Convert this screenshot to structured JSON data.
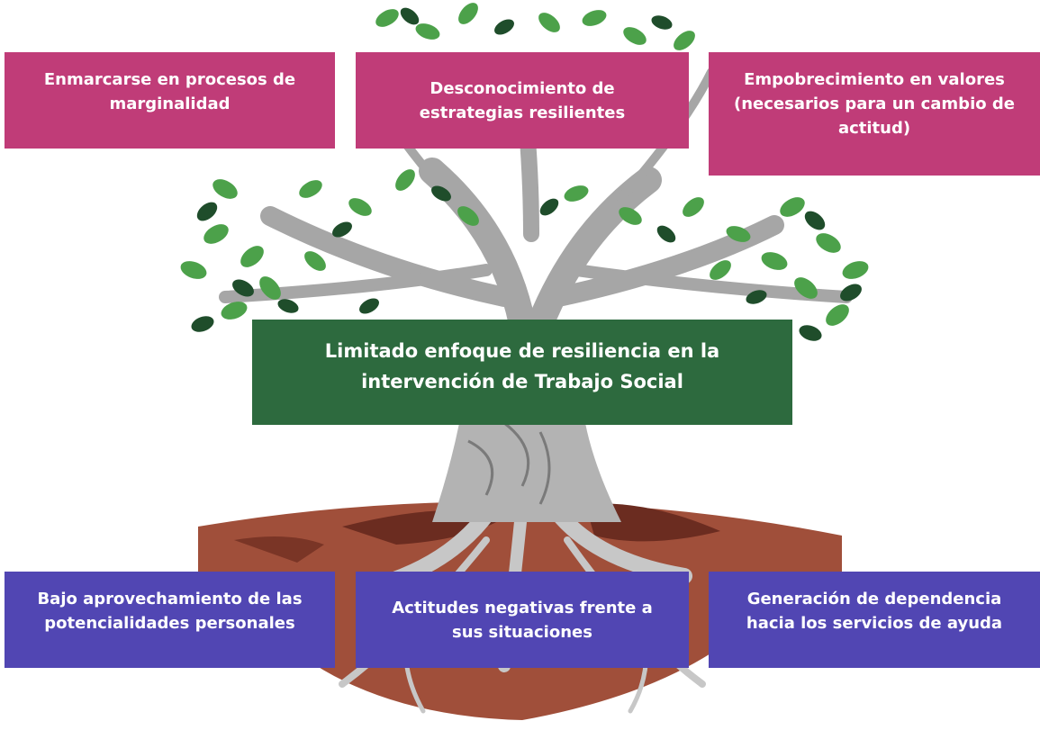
{
  "colors": {
    "effect_box": "#c03c78",
    "core_box": "#2d6a3e",
    "cause_box": "#5146b3",
    "trunk": "#b3b3b3",
    "soil": "#a04f3a",
    "leaf_dark": "#1f4d2b",
    "leaf_light": "#4ca14a"
  },
  "effects": [
    {
      "text": "Enmarcarse en procesos de marginalidad"
    },
    {
      "text": "Desconocimiento de estrategias resilientes"
    },
    {
      "text": "Empobrecimiento en valores (necesarios para un cambio de actitud)"
    }
  ],
  "core_problem": {
    "text": "Limitado enfoque de resiliencia en la intervención de Trabajo Social"
  },
  "causes": [
    {
      "text": "Bajo aprovechamiento de las potencialidades personales"
    },
    {
      "text": "Actitudes negativas frente a sus situaciones"
    },
    {
      "text": "Generación de dependencia hacia los servicios de ayuda"
    }
  ],
  "icons": {
    "tree": "tree-illustration"
  }
}
